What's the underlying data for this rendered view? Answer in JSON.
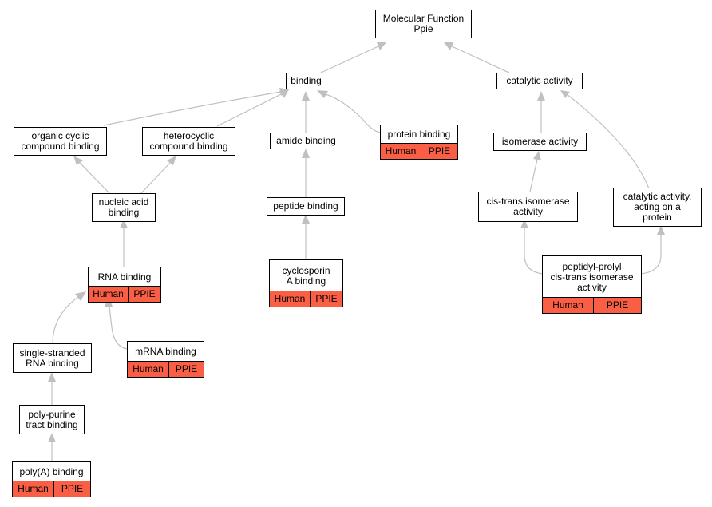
{
  "colors": {
    "annotation": "#fa5f46",
    "edge": "#c0c0c0",
    "border": "#000000"
  },
  "nodes": {
    "mf_root": {
      "label": "Molecular Function\nPpie"
    },
    "binding": {
      "label": "binding"
    },
    "catalytic": {
      "label": "catalytic activity"
    },
    "organic_cyclic": {
      "label": "organic cyclic\ncompound binding"
    },
    "heterocyclic": {
      "label": "heterocyclic\ncompound binding"
    },
    "amide": {
      "label": "amide binding"
    },
    "protein_binding": {
      "label": "protein binding",
      "species": "Human",
      "gene": "PPIE"
    },
    "isomerase": {
      "label": "isomerase activity"
    },
    "nucleic_acid": {
      "label": "nucleic acid\nbinding"
    },
    "peptide": {
      "label": "peptide binding"
    },
    "cis_trans": {
      "label": "cis-trans isomerase\nactivity"
    },
    "catalytic_protein": {
      "label": "catalytic activity,\nacting on a\nprotein"
    },
    "rna_binding": {
      "label": "RNA binding",
      "species": "Human",
      "gene": "PPIE"
    },
    "cyclosporin": {
      "label": "cyclosporin\nA binding",
      "species": "Human",
      "gene": "PPIE"
    },
    "peptidyl_prolyl": {
      "label": "peptidyl-prolyl\ncis-trans isomerase\nactivity",
      "species": "Human",
      "gene": "PPIE"
    },
    "ss_rna": {
      "label": "single-stranded\nRNA binding"
    },
    "mrna": {
      "label": "mRNA binding",
      "species": "Human",
      "gene": "PPIE"
    },
    "poly_purine": {
      "label": "poly-purine\ntract binding"
    },
    "polya": {
      "label": "poly(A) binding",
      "species": "Human",
      "gene": "PPIE"
    }
  }
}
